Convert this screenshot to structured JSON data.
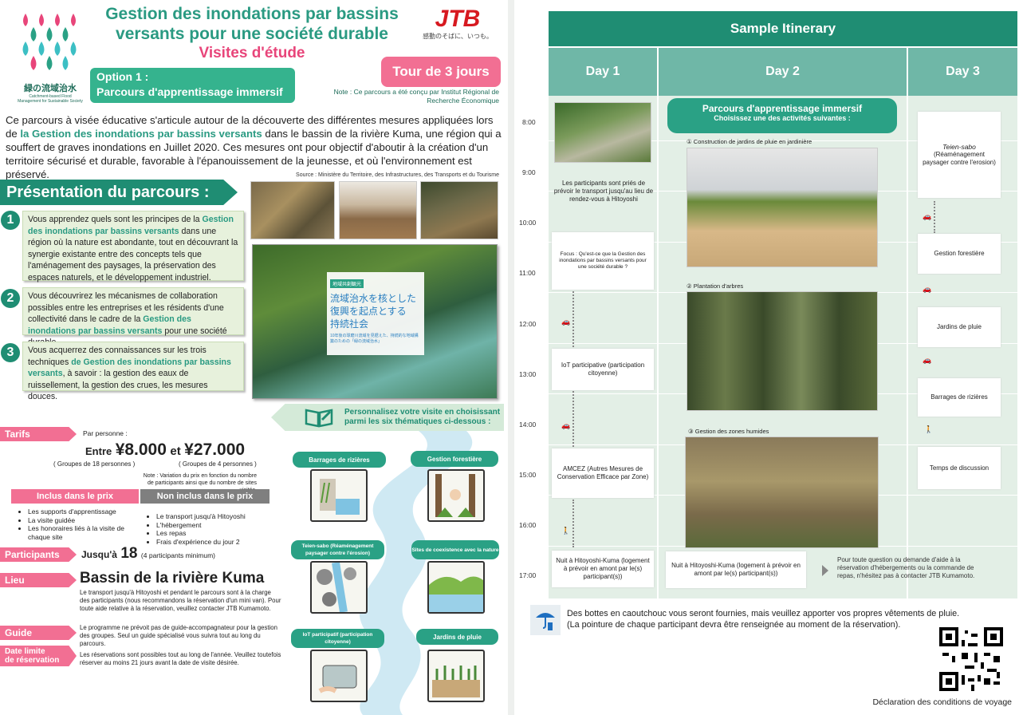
{
  "header": {
    "title_line1": "Gestion des inondations par bassins",
    "title_line2": "versants pour une société durable",
    "subtitle": "Visites d'étude",
    "logo_text": "緑の流域治水",
    "logo_sub": "Catchment-based Flood Management for Sustainable Society",
    "jtb": "JTB",
    "jtb_tagline": "感動のそばに、いつも。",
    "option_line1": "Option 1 :",
    "option_line2": "Parcours d'apprentissage immersif",
    "tour": "Tour de 3 jours",
    "note": "Note : Ce parcours a été conçu par Institut Régional de Recherche Économique"
  },
  "intro": {
    "before": "Ce parcours à visée éducative s'articule autour de la découverte des différentes mesures appliquées lors de ",
    "highlight": "la Gestion des inondations par bassins versants",
    "after": " dans le bassin de la rivière Kuma, une région qui a souffert de graves inondations en Juillet 2020. Ces mesures ont pour objectif d'aboutir à la création d'un territoire sécurisé et durable, favorable à l'épanouissement de la jeunesse, et où l'environnement est préservé."
  },
  "source": "Source : Ministère du Territoire, des Infrastructures, des Transports et du Tourisme",
  "presentation": {
    "title": "Présentation du parcours :",
    "steps": [
      {
        "num": "1",
        "a": "Vous apprendez quels sont les principes de la ",
        "b": "Gestion des inondations par bassins versants",
        "c": " dans une région où la nature est abondante, tout en découvrant la synergie existante entre des concepts tels que l'aménagement des paysages, la préservation des espaces naturels, et le développement industriel."
      },
      {
        "num": "2",
        "a": "Vous découvrirez les mécanismes de collaboration possibles entre les entreprises et les résidents d'une collectivité dans le cadre de la ",
        "b": "Gestion des inondations par bassins versants",
        "c": " pour une société durable."
      },
      {
        "num": "3",
        "a": "Vous acquerrez des connaissances sur les trois techniques ",
        "b": "de Gestion des inondations par bassins versants",
        "c": ", à savoir : la gestion des eaux de ruissellement, la gestion des crues, les mesures douces."
      }
    ],
    "poster_badge": "地域共創観光",
    "poster_title1": "流域治水を核とした",
    "poster_title2": "復興を起点とする",
    "poster_title3": "持続社会",
    "poster_sub": "10年後の球磨川流域を見据えた、持続的な地域構築のための「緑の流域治水」"
  },
  "custom": {
    "line1": "Personnalisez votre visite en choisissant",
    "line2": "parmi les six thématiques ci-dessous :"
  },
  "tarifs": {
    "label": "Tarifs",
    "per_person": "Par personne :",
    "entre": "Entre",
    "price1": "¥8.000",
    "et": "et",
    "price2": "¥27.000",
    "group1": "( Groupes de 18 personnes )",
    "group2": "( Groupes de 4 personnes )",
    "note": "Note : Variation du prix en fonction du nombre de participants ainsi que du nombre de sites visités.",
    "incl_title": "Inclus dans le prix",
    "excl_title": "Non inclus dans le prix",
    "included": [
      "Les supports d'apprentissage",
      "La visite guidée",
      "Les honoraires liés à la visite de chaque site"
    ],
    "excluded": [
      "Le transport jusqu'à Hitoyoshi",
      "L'hébergement",
      "Les repas",
      "Frais d'expérience du jour 2"
    ]
  },
  "participants": {
    "label": "Participants",
    "prefix": "Jusqu'à",
    "num": "18",
    "min": "(4 participants minimum)"
  },
  "lieu": {
    "label": "Lieu",
    "place": "Bassin de la rivière Kuma",
    "text": "Le transport jusqu'à Hitoyoshi et pendant le parcours sont à la charge des participants (nous recommandons la réservation d'un mini van). Pour toute aide relative à la réservation, veuillez contacter JTB Kumamoto."
  },
  "guide": {
    "label": "Guide",
    "text": "Le programme ne prévoit pas de guide-accompagnateur pour la gestion des groupes. Seul un guide spécialisé vous suivra tout au long du parcours."
  },
  "date": {
    "label1": "Date limite",
    "label2": "de réservation",
    "text": "Les réservations sont possibles tout au long de l'année. Veuillez toutefois réserver au moins 21 jours avant la date de visite désirée."
  },
  "themes": [
    {
      "label": "Barrages de rizières",
      "icon": "dam-icon"
    },
    {
      "label": "Gestion forestière",
      "icon": "forest-icon"
    },
    {
      "label": "Teien-sabo (Réaménagement paysager contre l'érosion)",
      "icon": "rock-garden-icon"
    },
    {
      "label": "Sites de coexistence avec la nature",
      "icon": "wetland-icon"
    },
    {
      "label": "IoT participatif (participation citoyenne)",
      "icon": "sensor-icon"
    },
    {
      "label": "Jardins de pluie",
      "icon": "rain-garden-icon"
    }
  ],
  "itinerary": {
    "title": "Sample Itinerary",
    "days": [
      "Day 1",
      "Day 2",
      "Day 3"
    ],
    "times": [
      "8:00",
      "9:00",
      "10:00",
      "11:00",
      "12:00",
      "13:00",
      "14:00",
      "15:00",
      "16:00",
      "17:00"
    ],
    "day1": {
      "meeting": "Les participants sont priés de prévoir le transport jusqu'au lieu de rendez-vous à Hitoyoshi",
      "focus": "Focus : Qu'est-ce que la Gestion des inondations par bassins versants pour une société durable ?",
      "iot": "IoT participative (participation citoyenne)",
      "amcez": "AMCEZ (Autres Mesures de Conservation Efficace par Zone)",
      "night": "Nuit à Hitoyoshi-Kuma (logement à prévoir en amont par le(s) participant(s))"
    },
    "day2": {
      "banner1": "Parcours d'apprentissage immersif",
      "banner2": "Choisissez une des activités suivantes :",
      "act1": "① Construction de jardins de pluie en jardinière",
      "act2": "② Plantation d'arbres",
      "act3": "③ Gestion des zones humides",
      "night": "Nuit à Hitoyoshi-Kuma (logement à prévoir en amont par le(s) participant(s))",
      "contact": "Pour toute question ou demande d'aide à la réservation d'hébergements ou la commande de repas, n'hésitez pas à contacter JTB Kumamoto."
    },
    "day3": {
      "teien_title": "Teien-sabo",
      "teien_sub": "(Réaménagement paysager contre l'erosion)",
      "gestion": "Gestion forestière",
      "jardins": "Jardins de pluie",
      "barrages": "Barrages de rizières",
      "discussion": "Temps de discussion"
    }
  },
  "footer": {
    "line1": "Des bottes en caoutchouc vous seront fournies, mais veuillez apporter vos propres vêtements de pluie.",
    "line2": "(La pointure de chaque participant devra être renseignée au moment de la réservation).",
    "qr_caption": "Déclaration des conditions de voyage"
  }
}
